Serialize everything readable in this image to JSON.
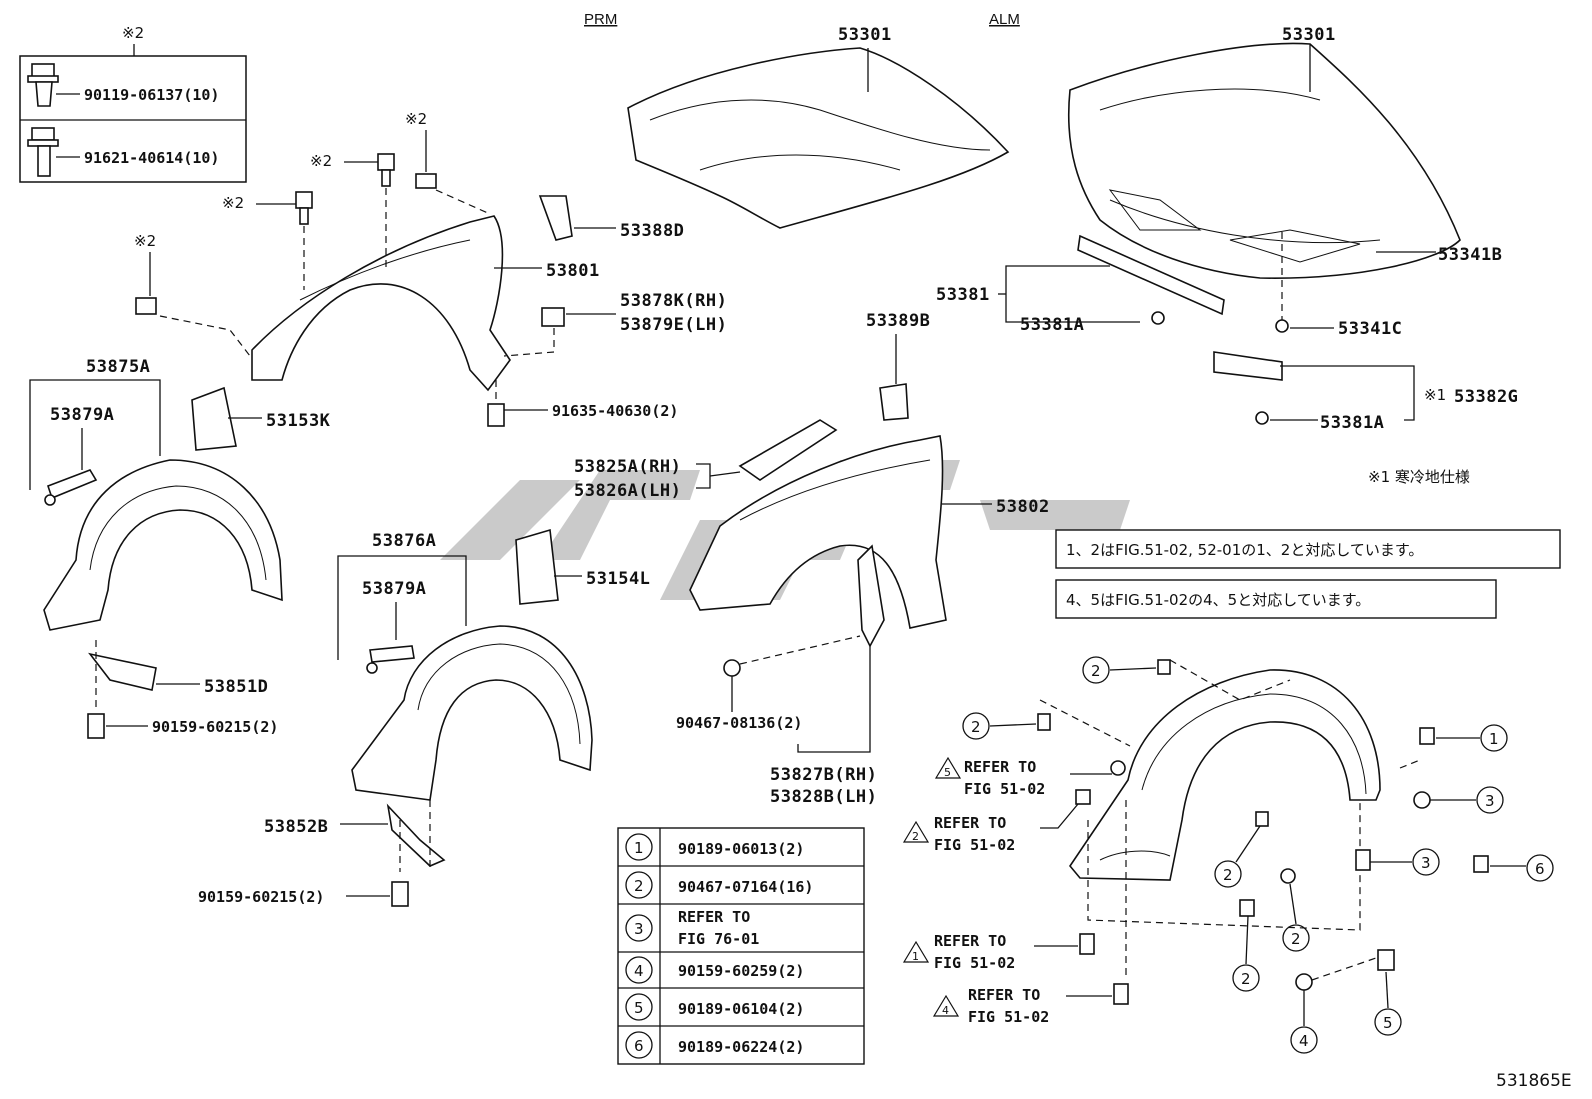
{
  "headers": {
    "prm": "PRM",
    "alm": "ALM"
  },
  "figure_code": "531865E",
  "note_mark_2": "※2",
  "note_mark_1": "※1",
  "note_cold_climate": "※1 寒冷地仕様",
  "inset_box": [
    {
      "part": "90119-06137(10)"
    },
    {
      "part": "91621-40614(10)"
    }
  ],
  "labels": {
    "hood_prm": "53301",
    "hood_alm": "53301",
    "bracket_53388D": "53388D",
    "fender_53801": "53801",
    "clip_rh": "53878K(RH)",
    "clip_lh": "53879E(LH)",
    "bolt_91635": "91635-40630(2)",
    "liner_53875A": "53875A",
    "seal_53879A_1": "53879A",
    "spacer_53153K": "53153K",
    "cover_53851D": "53851D",
    "bolt_90159_a": "90159-60215(2)",
    "liner_53876A": "53876A",
    "seal_53879A_2": "53879A",
    "cover_53852B": "53852B",
    "bolt_90159_b": "90159-60215(2)",
    "bracket_53389B": "53389B",
    "rh_53825A": "53825A(RH)",
    "lh_53826A": "53826A(LH)",
    "fender_53802": "53802",
    "spacer_53154L": "53154L",
    "clip_90467": "90467-08136(2)",
    "rh_53827B": "53827B(RH)",
    "lh_53828B": "53828B(LH)",
    "seal_53381": "53381",
    "clip_53381A_1": "53381A",
    "insulator_53341B": "53341B",
    "clip_53341C": "53341C",
    "seal_53382G": "53382G",
    "clip_53381A_2": "53381A"
  },
  "notices": [
    {
      "text": "1、2はFIG.51-02, 52-01の1、2と対応しています。"
    },
    {
      "text": "4、5はFIG.51-02の4、5と対応しています。"
    }
  ],
  "refer_labels": [
    {
      "num": "5",
      "line1": "REFER TO",
      "line2": "FIG 51-02"
    },
    {
      "num": "2",
      "line1": "REFER TO",
      "line2": "FIG 51-02"
    },
    {
      "num": "1",
      "line1": "REFER TO",
      "line2": "FIG 51-02"
    },
    {
      "num": "4",
      "line1": "REFER TO",
      "line2": "FIG 51-02"
    }
  ],
  "legend_table": [
    {
      "num": "1",
      "part": "90189-06013(2)"
    },
    {
      "num": "2",
      "part": "90467-07164(16)"
    },
    {
      "num": "3",
      "part": "REFER TO",
      "part2": "FIG 76-01"
    },
    {
      "num": "4",
      "part": "90159-60259(2)"
    },
    {
      "num": "5",
      "part": "90189-06104(2)"
    },
    {
      "num": "6",
      "part": "90189-06224(2)"
    }
  ],
  "callouts": {
    "c1": "1",
    "c2a": "2",
    "c2b": "2",
    "c2c": "2",
    "c2d": "2",
    "c2e": "2",
    "c3a": "3",
    "c3b": "3",
    "c4": "4",
    "c5": "5",
    "c6": "6"
  }
}
